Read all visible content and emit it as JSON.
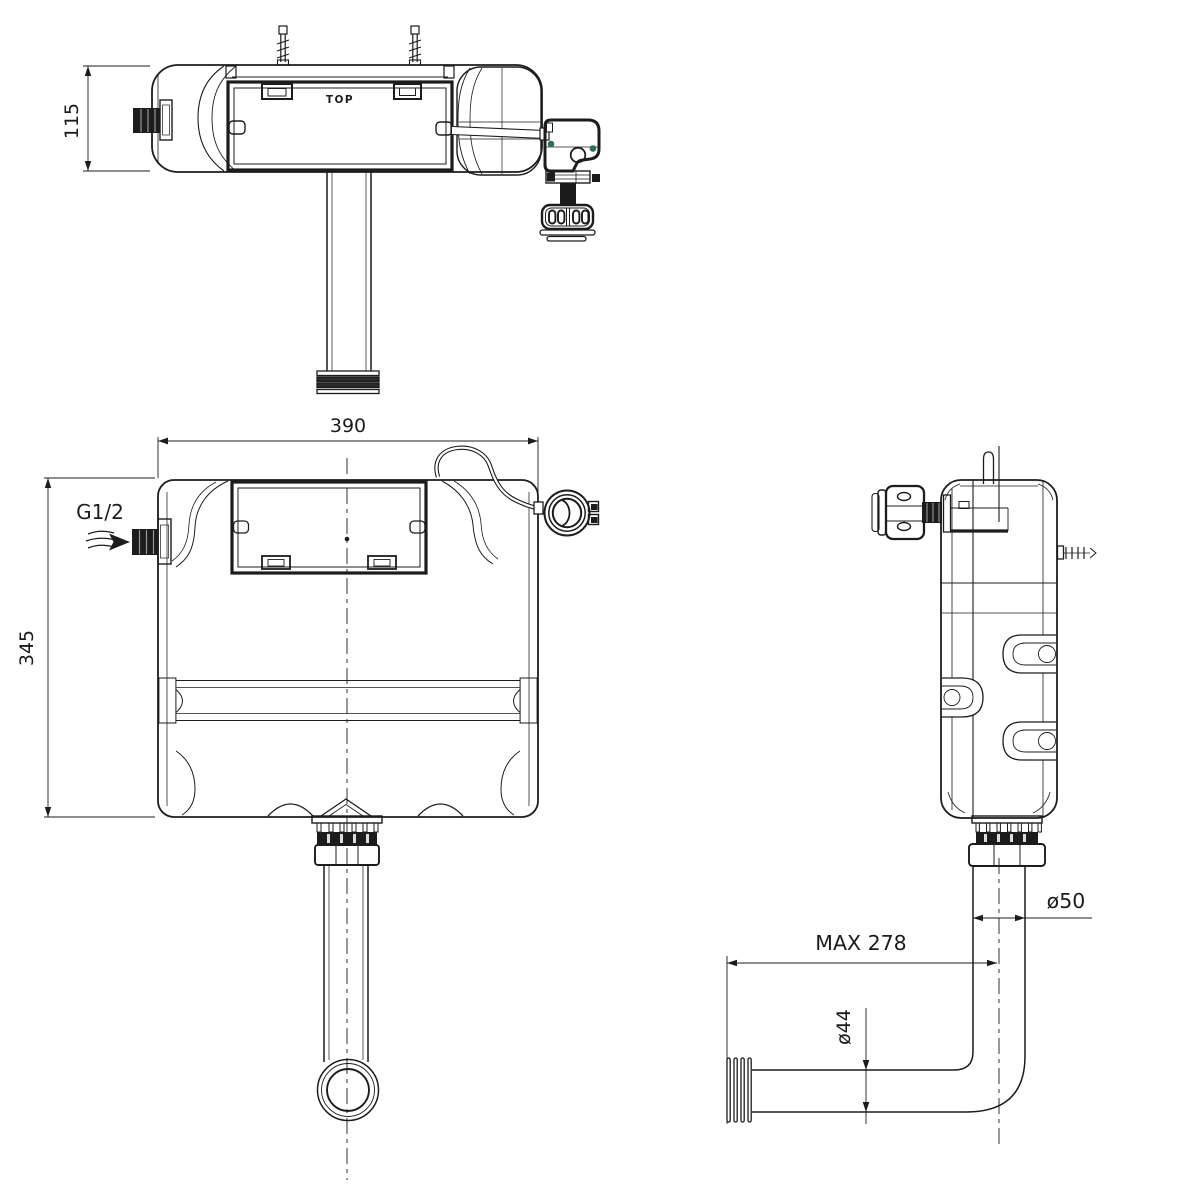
{
  "drawing": {
    "background": "#ffffff",
    "stroke_color": "#1c1c1c",
    "accent_dot_color": "#2e6b5e",
    "views": {
      "top": {
        "title": "TOP",
        "depth_dim": "115"
      },
      "front": {
        "width_dim": "390",
        "height_dim": "345",
        "inlet_thread": "G1/2"
      },
      "side": {
        "outlet_pipe_dia": "ø50",
        "max_outlet_run": "MAX 278",
        "pan_connector_dia": "ø44"
      }
    }
  }
}
